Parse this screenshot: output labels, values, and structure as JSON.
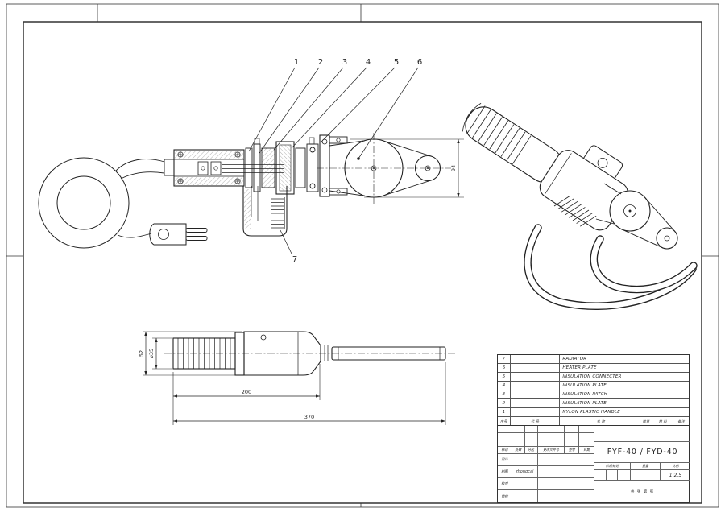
{
  "colors": {
    "ink": "#222222",
    "paper": "#ffffff"
  },
  "callouts": {
    "c1": "1",
    "c2": "2",
    "c3": "3",
    "c4": "4",
    "c5": "5",
    "c6": "6",
    "c7": "7"
  },
  "dimensions": {
    "head_height": "94",
    "barrel_diameter": "⌀35",
    "body_diameter": "52",
    "heater_length": "200",
    "overall_length": "370"
  },
  "parts_list": {
    "headers": {
      "no": "序号",
      "code": "代  号",
      "name": "名  称",
      "qty": "数量",
      "material": "材  料",
      "remark": "备注"
    },
    "rows": [
      {
        "no": "7",
        "name": "RADIATOR"
      },
      {
        "no": "6",
        "name": "HEATER PLATE"
      },
      {
        "no": "5",
        "name": "INSULATION CONNECTER"
      },
      {
        "no": "4",
        "name": "INSULATION PLATE"
      },
      {
        "no": "3",
        "name": "INSULATION PATCH"
      },
      {
        "no": "2",
        "name": "INSULATION PLATE"
      },
      {
        "no": "1",
        "name": "NYLON PLASTIC HANDLE"
      }
    ]
  },
  "title_block": {
    "model": "FYF-40 / FYD-40",
    "revision_headers": {
      "mark": "标记",
      "count": "处数",
      "zone": "分区",
      "file": "更改文件号",
      "sign": "签字",
      "date": "日期"
    },
    "roles": {
      "design": "设计",
      "draft": "制图",
      "check": "校对",
      "audit": "审核"
    },
    "draft_signature": "zhongcai",
    "stage_label": "阶段标记",
    "weight_label": "重量",
    "scale_label": "比例",
    "scale_value": "1:2.5",
    "sheet_info": "共 张 第 张"
  }
}
